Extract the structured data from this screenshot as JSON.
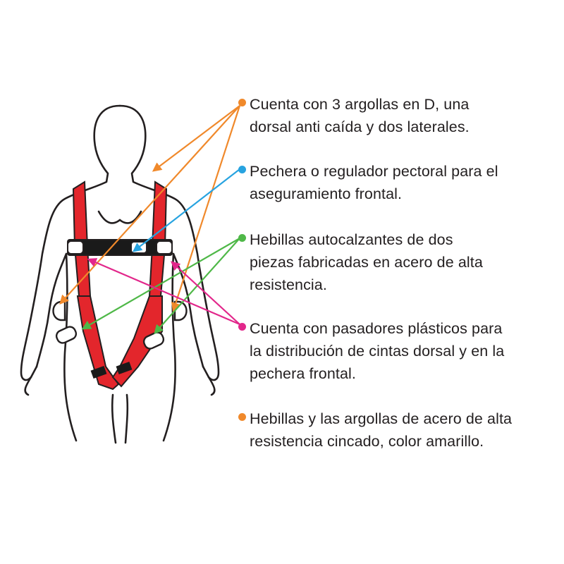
{
  "colors": {
    "orange": "#f0892b",
    "blue": "#27a3e0",
    "green": "#4fb848",
    "magenta": "#e2278b",
    "strap_red": "#e3262c",
    "body_outline": "#231f20",
    "chest_strap_black": "#1a1a1a"
  },
  "callouts": [
    {
      "id": "d-rings",
      "color_key": "orange",
      "lines": [
        "Cuenta con 3 argollas en D, una",
        "dorsal anti caída y dos laterales."
      ]
    },
    {
      "id": "chest-regulator",
      "color_key": "blue",
      "lines": [
        "Pechera o regulador pectoral para el",
        "aseguramiento frontal."
      ]
    },
    {
      "id": "self-locking-buckles",
      "color_key": "green",
      "lines": [
        "Hebillas autocalzantes de dos",
        "piezas fabricadas en acero de alta",
        "resistencia."
      ]
    },
    {
      "id": "plastic-keepers",
      "color_key": "magenta",
      "lines": [
        "Cuenta con pasadores plásticos para",
        "la distribución de cintas dorsal y en la",
        "pechera frontal."
      ]
    },
    {
      "id": "steel-hardware",
      "color_key": "orange",
      "lines": [
        "Hebillas y las argollas de acero de alta",
        "resistencia cincado, color amarillo."
      ]
    }
  ]
}
